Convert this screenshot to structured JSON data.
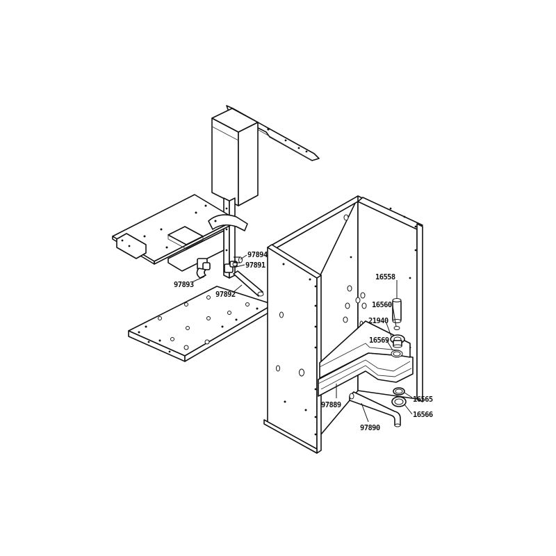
{
  "parts": [
    {
      "id": "p97894",
      "label": "97894"
    },
    {
      "id": "p97891",
      "label": "97891"
    },
    {
      "id": "p97893",
      "label": "97893"
    },
    {
      "id": "p97892",
      "label": "97892"
    },
    {
      "id": "p16558",
      "label": "16558"
    },
    {
      "id": "p16560",
      "label": "16560"
    },
    {
      "id": "p21940",
      "label": "21940"
    },
    {
      "id": "p16569",
      "label": "16569"
    },
    {
      "id": "p97889",
      "label": "97889"
    },
    {
      "id": "p16565",
      "label": "16565"
    },
    {
      "id": "p16566",
      "label": "16566"
    },
    {
      "id": "p97890",
      "label": "97890"
    }
  ]
}
